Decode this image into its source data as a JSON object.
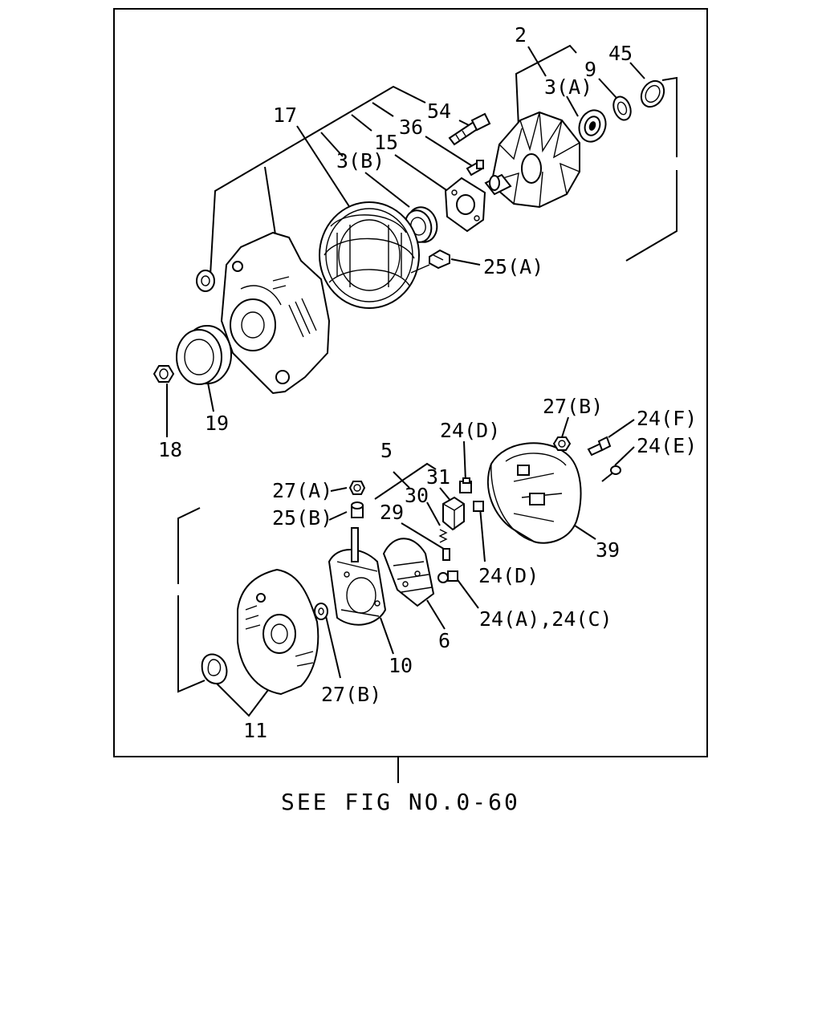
{
  "labels": {
    "p2": "2",
    "p3a": "3(A)",
    "p9": "9",
    "p45": "45",
    "p54": "54",
    "p17": "17",
    "p36": "36",
    "p15": "15",
    "p3b": "3(B)",
    "p25a": "25(A)",
    "p19": "19",
    "p18": "18",
    "p27b_top": "27(B)",
    "p24f": "24(F)",
    "p24e": "24(E)",
    "p24d_top": "24(D)",
    "p5": "5",
    "p31": "31",
    "p30": "30",
    "p27a": "27(A)",
    "p29": "29",
    "p25b": "25(B)",
    "p39": "39",
    "p24d_mid": "24(D)",
    "p24ac": "24(A),24(C)",
    "p6": "6",
    "p10": "10",
    "p27b_bot": "27(B)",
    "p11": "11"
  },
  "reference": "SEE FIG NO.0-60"
}
